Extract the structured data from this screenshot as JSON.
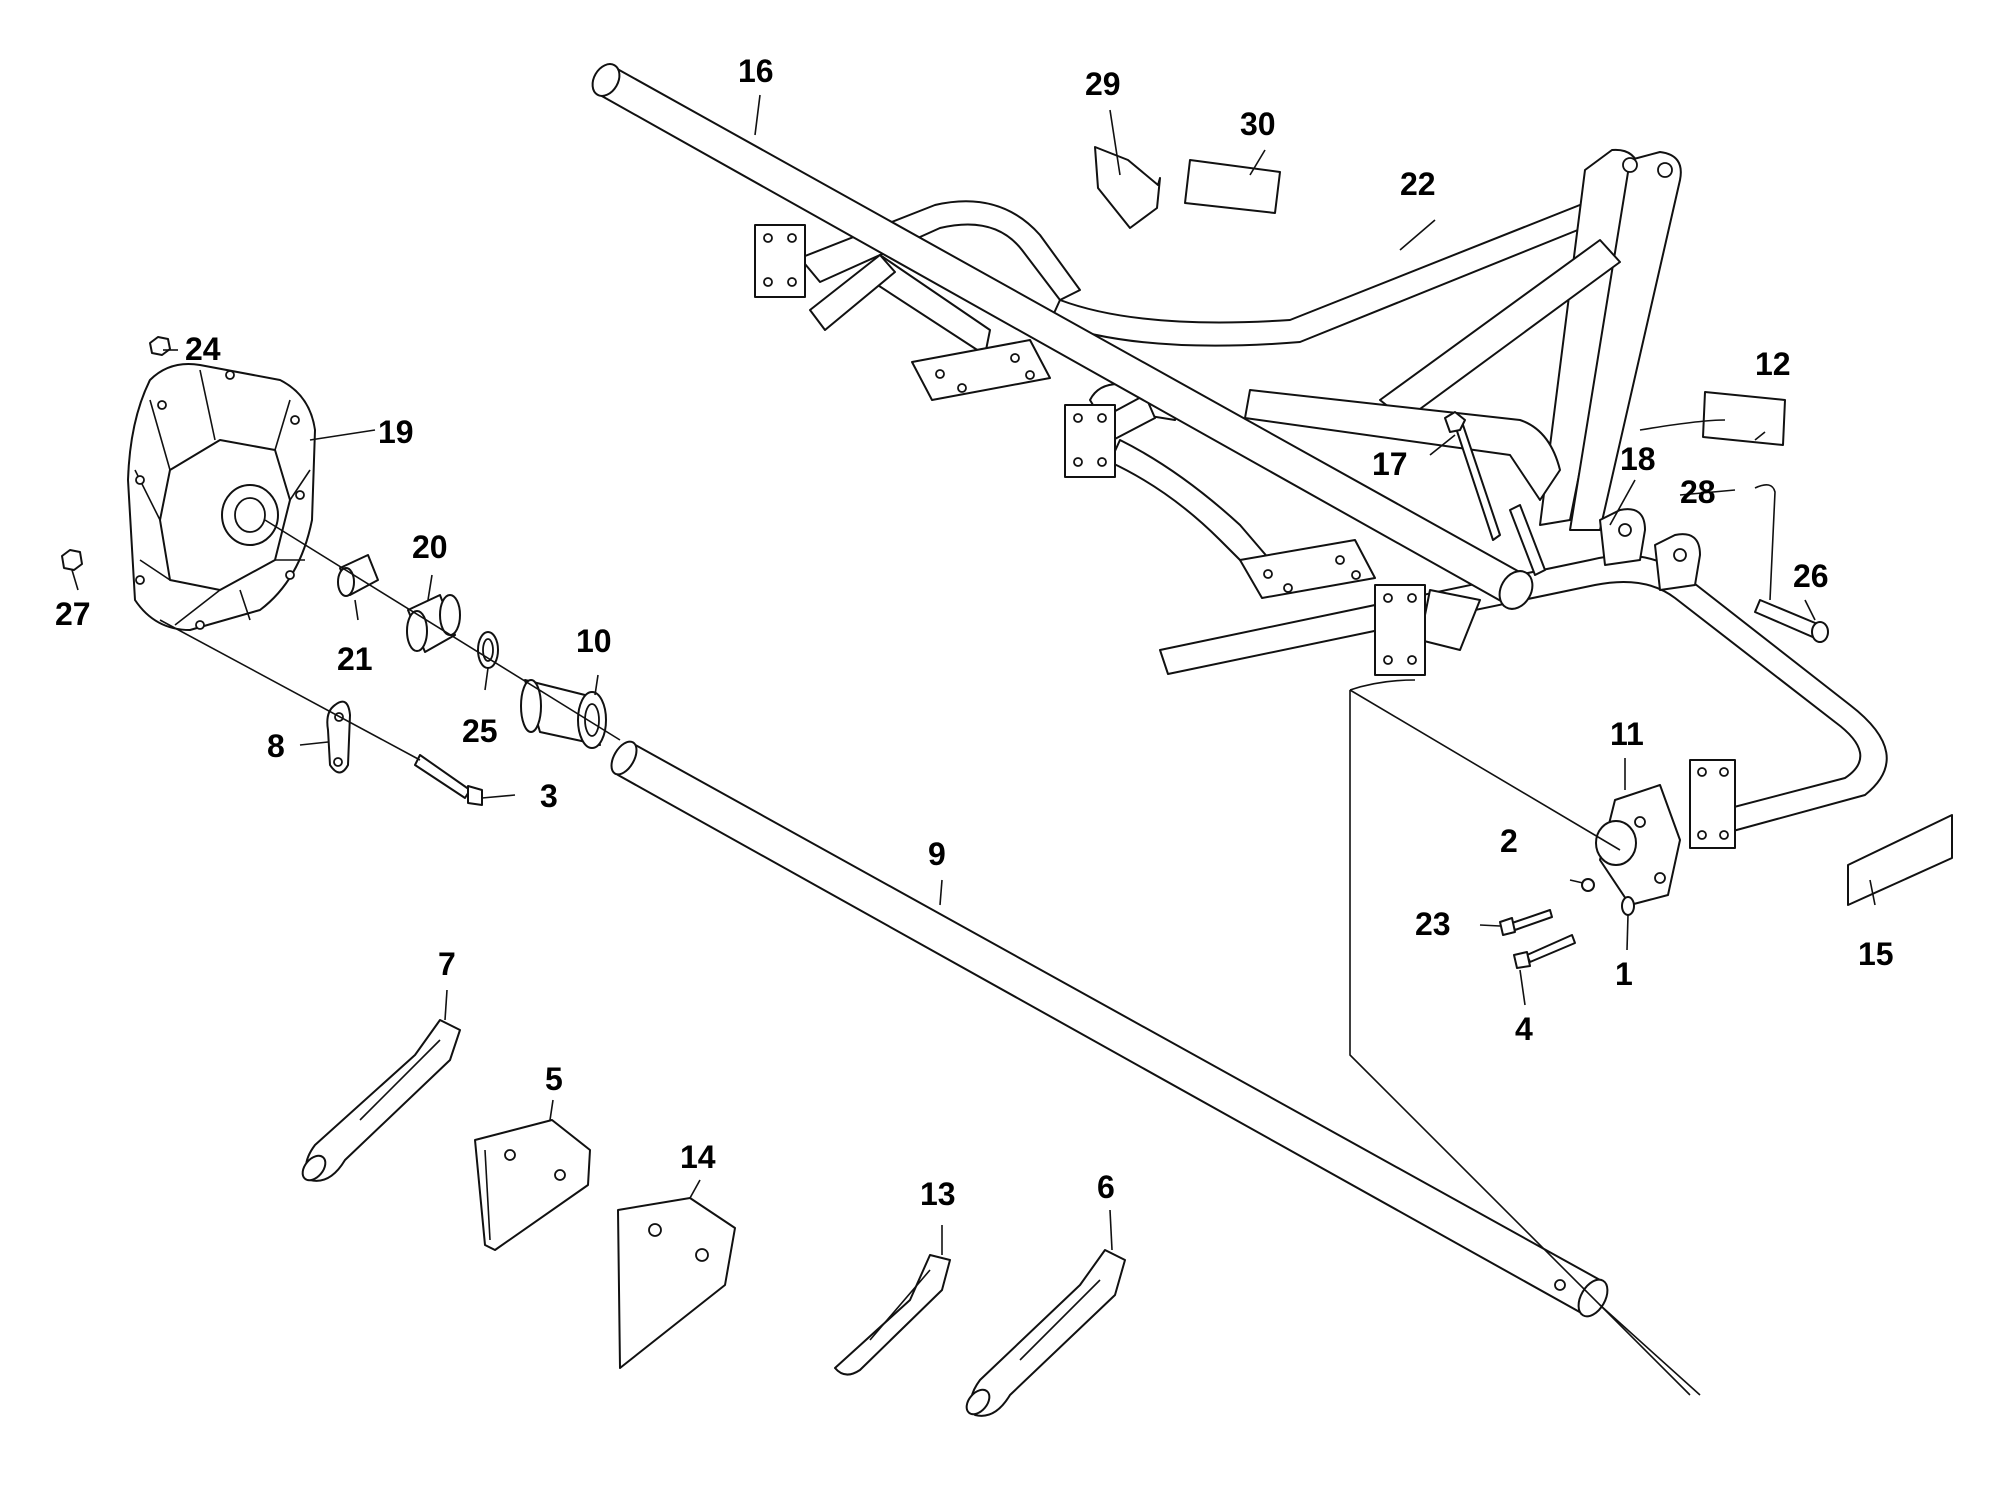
{
  "part_labels": {
    "p1": "1",
    "p2": "2",
    "p3": "3",
    "p4": "4",
    "p5": "5",
    "p6": "6",
    "p7": "7",
    "p8": "8",
    "p9": "9",
    "p10": "10",
    "p11": "11",
    "p12": "12",
    "p13": "13",
    "p14": "14",
    "p15": "15",
    "p16": "16",
    "p17": "17",
    "p18": "18",
    "p19": "19",
    "p20": "20",
    "p21": "21",
    "p22": "22",
    "p23": "23",
    "p24": "24",
    "p25": "25",
    "p26": "26",
    "p27": "27",
    "p28": "28",
    "p29": "29",
    "p30": "30"
  }
}
